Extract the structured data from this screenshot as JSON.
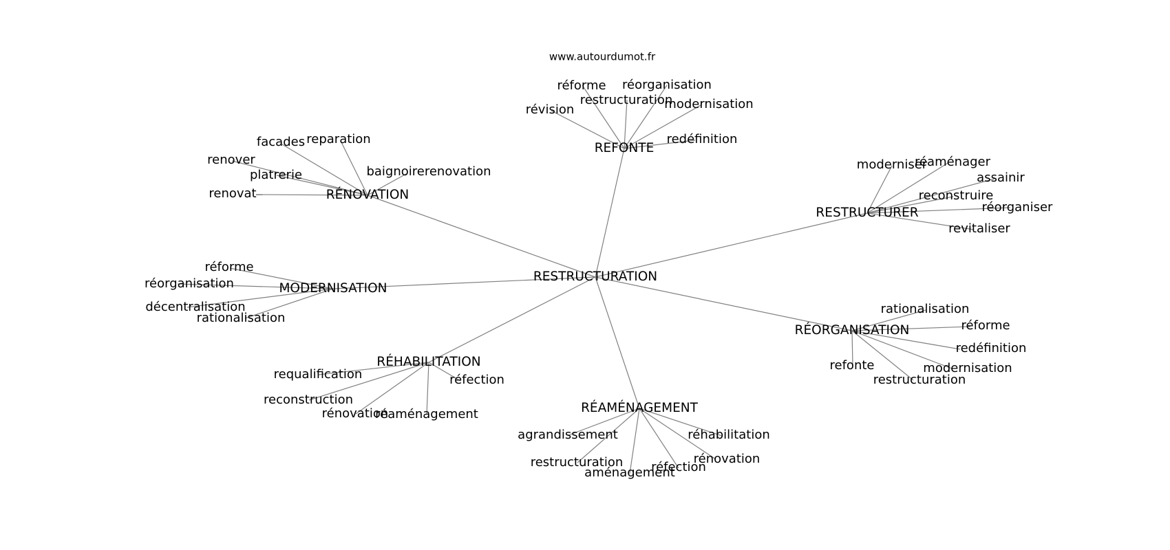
{
  "source": "www.autourdumot.fr",
  "center": {
    "label": "RESTRUCTURATION"
  },
  "clusters": [
    {
      "label": "REFONTE",
      "words": [
        "réforme",
        "réorganisation",
        "restructuration",
        "modernisation",
        "révision",
        "redéfinition"
      ]
    },
    {
      "label": "RÉNOVATION",
      "words": [
        "facades",
        "reparation",
        "renover",
        "platrerie",
        "baignoirerenovation",
        "renovat"
      ]
    },
    {
      "label": "RESTRUCTURER",
      "words": [
        "moderniser",
        "réaménager",
        "assainir",
        "reconstruire",
        "réorganiser",
        "revitaliser"
      ]
    },
    {
      "label": "MODERNISATION",
      "words": [
        "réforme",
        "réorganisation",
        "décentralisation",
        "rationalisation"
      ]
    },
    {
      "label": "RÉORGANISATION",
      "words": [
        "rationalisation",
        "réforme",
        "redéfinition",
        "modernisation",
        "refonte",
        "restructuration"
      ]
    },
    {
      "label": "RÉHABILITATION",
      "words": [
        "requalification",
        "réfection",
        "reconstruction",
        "rénovation",
        "réaménagement"
      ]
    },
    {
      "label": "RÉAMÉNAGEMENT",
      "words": [
        "agrandissement",
        "réhabilitation",
        "rénovation",
        "restructuration",
        "réfection",
        "aménagement"
      ]
    }
  ]
}
